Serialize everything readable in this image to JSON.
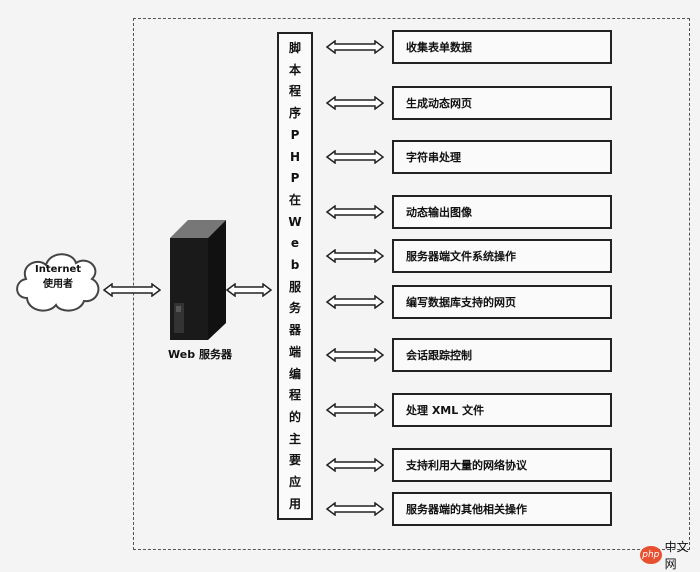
{
  "internet_user": {
    "line1": "Internet",
    "line2": "使用者"
  },
  "web_server_label": "Web 服务器",
  "center_label": [
    "脚",
    "本",
    "程",
    "序",
    "P",
    "H",
    "P",
    "在",
    "W",
    "e",
    "b",
    "服",
    "务",
    "器",
    "端",
    "编",
    "程",
    "的",
    "主",
    "要",
    "应",
    "用"
  ],
  "applications": [
    "收集表单数据",
    "生成动态网页",
    "字符串处理",
    "动态输出图像",
    "服务器端文件系统操作",
    "编写数据库支持的网页",
    "会话跟踪控制",
    "处理 XML 文件",
    "支持利用大量的网络协议",
    "服务器端的其他相关操作"
  ],
  "watermark": {
    "logo": "php",
    "text": "中文网"
  }
}
